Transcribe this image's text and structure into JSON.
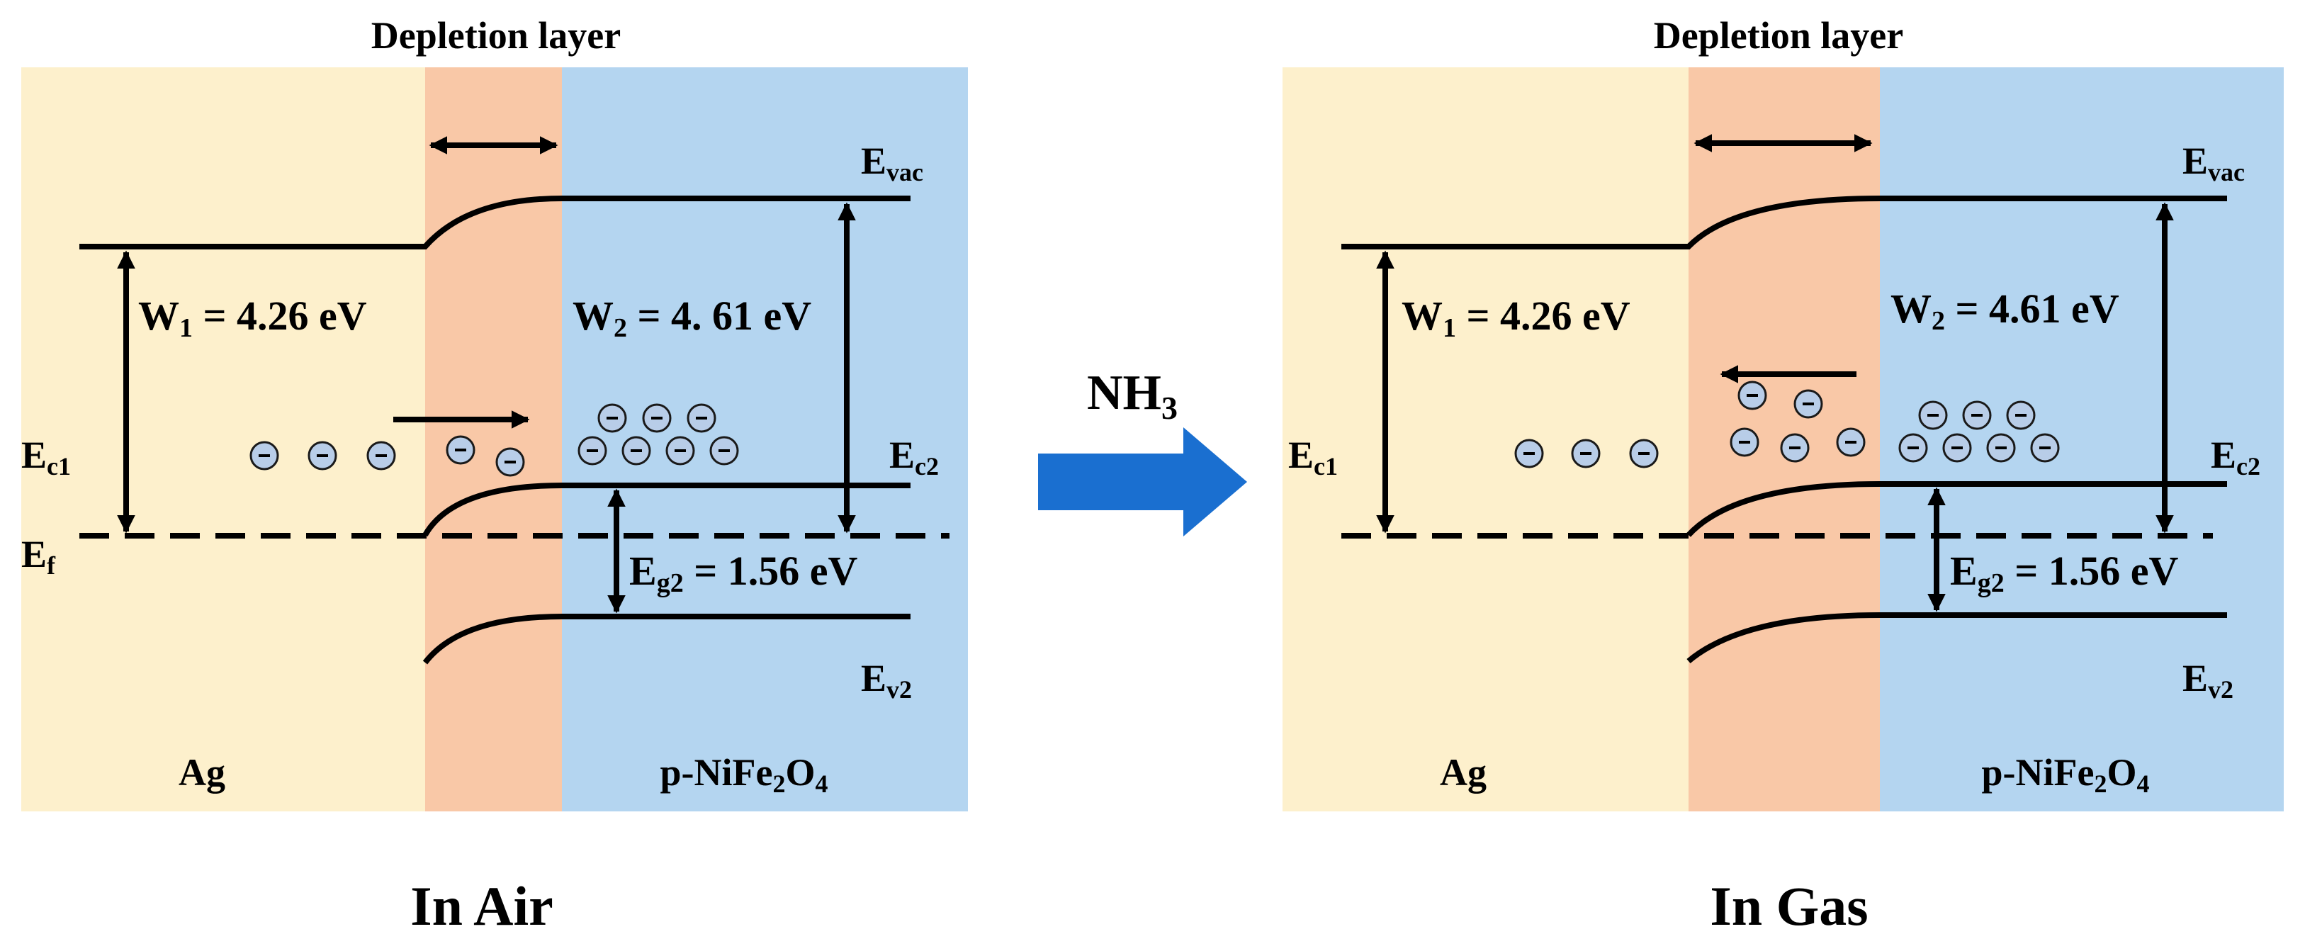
{
  "panels": [
    {
      "id": "air",
      "depletion_title": "Depletion layer",
      "metal_label": "Ag",
      "semi_label": {
        "main": "p-NiFe",
        "sub1": "2",
        "mid": "O",
        "sub2": "4"
      },
      "evac_label": {
        "main": "E",
        "sub": "vac"
      },
      "ec1_label": {
        "main": "E",
        "sub": "c1"
      },
      "ef_label": {
        "main": "E",
        "sub": "f"
      },
      "ec2_label": {
        "main": "E",
        "sub": "c2"
      },
      "ev2_label": {
        "main": "E",
        "sub": "v2"
      },
      "w1_label": {
        "main": "W",
        "sub": "1",
        "rest": " = 4.26 eV"
      },
      "w2_label": {
        "main": "W",
        "sub": "2",
        "rest": " = 4. 61 eV"
      },
      "eg2_label": {
        "main": "E",
        "sub": "g2",
        "rest": " = 1.56 eV"
      },
      "caption": "In Air",
      "electron_symbol": "−",
      "electron_flow": "right"
    },
    {
      "id": "gas",
      "depletion_title": "Depletion layer",
      "metal_label": "Ag",
      "semi_label": {
        "main": "p-NiFe",
        "sub1": "2",
        "mid": "O",
        "sub2": "4"
      },
      "evac_label": {
        "main": "E",
        "sub": "vac"
      },
      "ec1_label": {
        "main": "E",
        "sub": "c1"
      },
      "ec2_label": {
        "main": "E",
        "sub": "c2"
      },
      "ev2_label": {
        "main": "E",
        "sub": "v2"
      },
      "w1_label": {
        "main": "W",
        "sub": "1",
        "rest": " = 4.26 eV"
      },
      "w2_label": {
        "main": "W",
        "sub": "2",
        "rest": " = 4.61 eV"
      },
      "eg2_label": {
        "main": "E",
        "sub": "g2",
        "rest": " = 1.56 eV"
      },
      "caption": "In Gas",
      "electron_symbol": "−",
      "electron_flow": "left"
    }
  ],
  "transition": {
    "main": "NH",
    "sub": "3"
  },
  "colors": {
    "metal": "#fdf0cc",
    "depletion": "#f9c8a7",
    "semiconductor": "#b4d5f0",
    "arrow": "#1a6fd0",
    "electron_fill": "#b8cde8",
    "line": "#000000"
  }
}
